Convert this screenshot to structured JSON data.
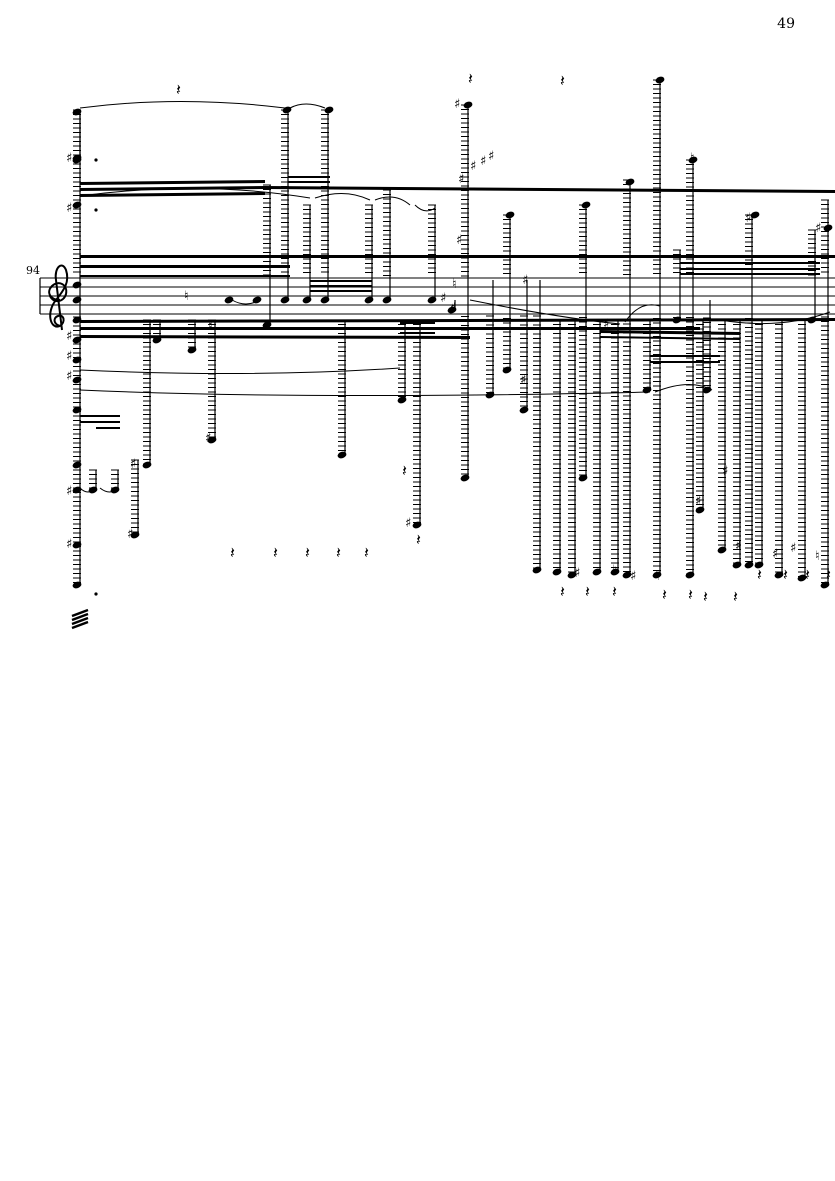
{
  "page": {
    "number": "49"
  },
  "score": {
    "system_measure_number": "94",
    "clef": "treble",
    "staff_lines": 5,
    "ink_color": "#000000",
    "paper_color": "#ffffff"
  }
}
